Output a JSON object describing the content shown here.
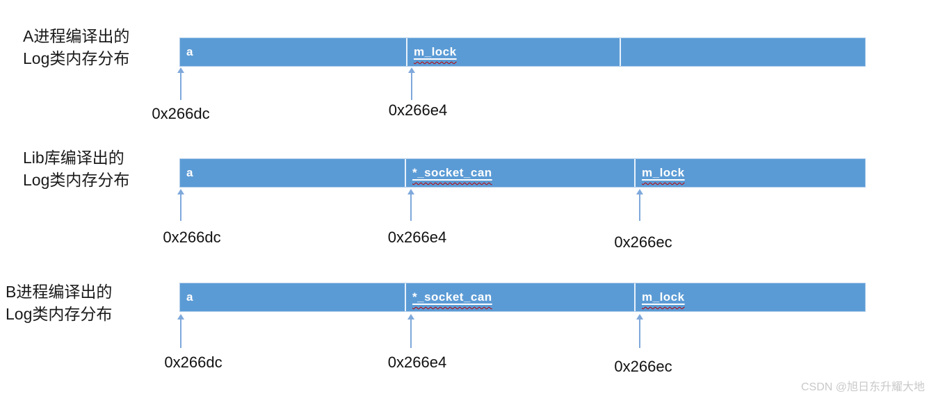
{
  "diagram": {
    "description_visible_text_only": true,
    "colors": {
      "bar_fill": "#5B9BD5",
      "bar_border": "#AECBEA",
      "segment_divider": "#E9F2FB",
      "arrow": "#7FA8DB",
      "bar_text": "#FFFFFF",
      "spellcheck_underline": "#C00000",
      "label_text": "#1A1A1A",
      "watermark_text": "#C9C9C9"
    },
    "groups": [
      {
        "label_line1": "A进程编译出的",
        "label_line2": "Log类内存分布",
        "segments": [
          "a",
          "m_lock",
          ""
        ],
        "addresses": [
          "0x266dc",
          "0x266e4"
        ]
      },
      {
        "label_line1": "Lib库编译出的",
        "label_line2": "Log类内存分布",
        "segments": [
          "a",
          "*_socket_can",
          "m_lock"
        ],
        "addresses": [
          "0x266dc",
          "0x266e4",
          "0x266ec"
        ]
      },
      {
        "label_line1": "B进程编译出的",
        "label_line2": "Log类内存分布",
        "segments": [
          "a",
          "*_socket_can",
          "m_lock"
        ],
        "addresses": [
          "0x266dc",
          "0x266e4",
          "0x266ec"
        ]
      }
    ],
    "watermark": "CSDN @旭日东升耀大地"
  }
}
